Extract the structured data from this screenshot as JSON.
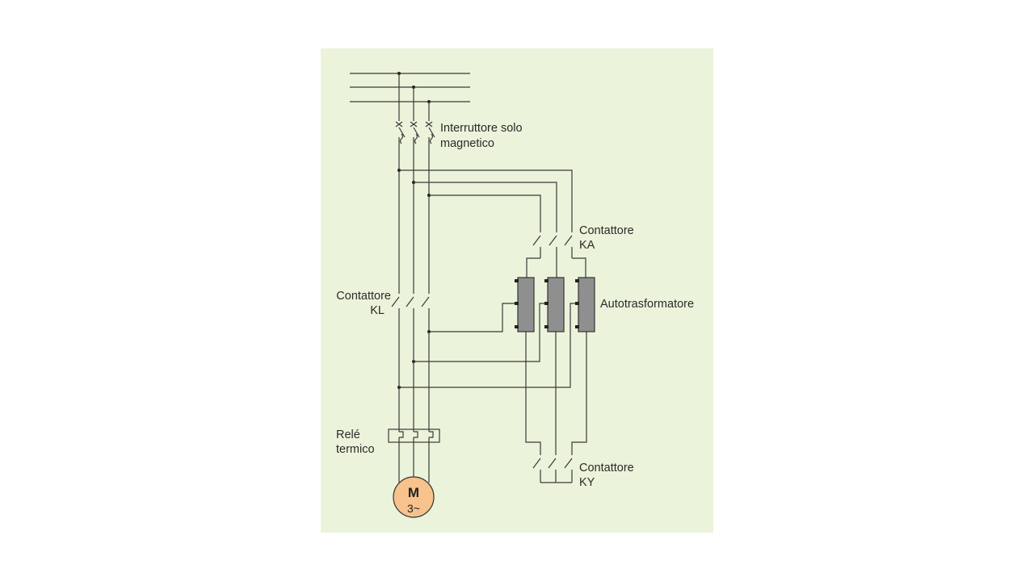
{
  "labels": {
    "breaker_line1": "Interruttore solo",
    "breaker_line2": "magnetico",
    "ka_line1": "Contattore",
    "ka_line2": "KA",
    "kl_line1": "Contattore",
    "kl_line2": "KL",
    "autotransformer": "Autotrasformatore",
    "relay_line1": "Relé",
    "relay_line2": "termico",
    "ky_line1": "Contattore",
    "ky_line2": "KY",
    "motor_line1": "M",
    "motor_line2": "3~"
  },
  "colors": {
    "panel_background": "#ebf3da",
    "motor_fill": "#f7c28c",
    "coil_fill": "#8f8f8f",
    "wire": "#3a3a3a"
  }
}
